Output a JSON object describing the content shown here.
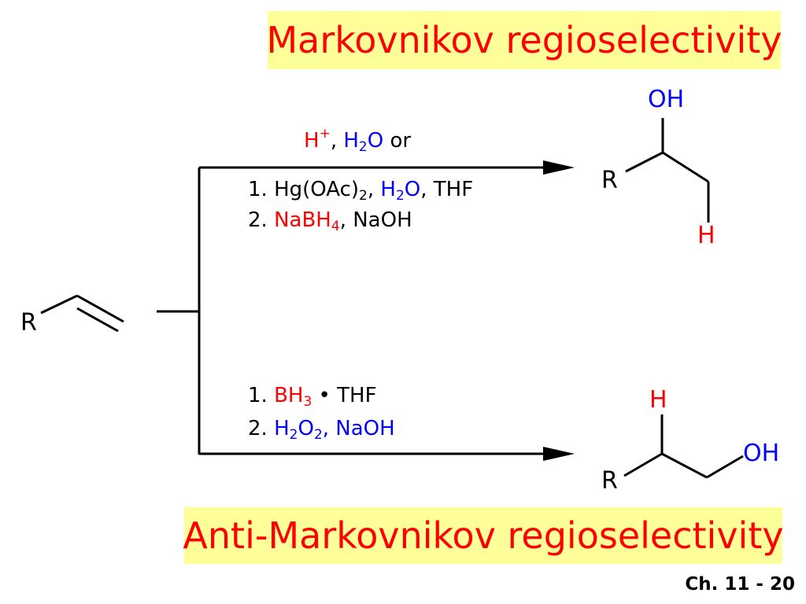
{
  "titles": {
    "markovnikov": "Markovnikov regioselectivity",
    "anti_markovnikov": "Anti-Markovnikov regioselectivity"
  },
  "top_reagents": {
    "line0": {
      "h": "H",
      "plus": "+",
      "comma": ", ",
      "h2o_h": "H",
      "h2o_sub": "2",
      "h2o_o": "O",
      "or": " or"
    },
    "line1": {
      "prefix": "1. Hg(OAc)",
      "sub": "2",
      "comma": ", ",
      "h2o_h": "H",
      "h2o_sub": "2",
      "h2o_o": "O",
      "suffix": ", THF"
    },
    "line2": {
      "prefix": "2. ",
      "nabh": "NaBH",
      "sub": "4",
      "suffix": ", NaOH"
    }
  },
  "bottom_reagents": {
    "line1": {
      "prefix": "1. ",
      "bh": "BH",
      "sub": "3",
      "suffix": " • THF"
    },
    "line2": {
      "prefix": "2. ",
      "h2o2_h": "H",
      "h2o2_sub1": "2",
      "h2o2_o": "O",
      "h2o2_sub2": "2",
      "naoh": ", NaOH"
    }
  },
  "atoms": {
    "start_r": "R",
    "top_r": "R",
    "top_oh": "OH",
    "top_h": "H",
    "bottom_r": "R",
    "bottom_h": "H",
    "bottom_oh": "OH"
  },
  "colors": {
    "title_bg": "#ffff99",
    "title_text": "#ff0000",
    "red": "#ff0000",
    "blue": "#0000ff"
  },
  "footer": "Ch. 11 - 20"
}
